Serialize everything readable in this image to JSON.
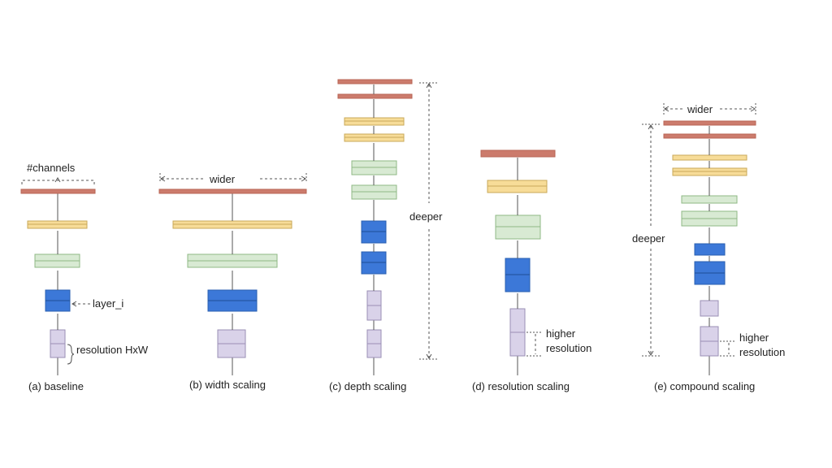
{
  "panels": {
    "baseline": {
      "caption": "(a) baseline",
      "channels_label": "#channels",
      "layer_label": "layer_i",
      "resolution_label": "resolution HxW"
    },
    "width": {
      "caption": "(b) width scaling",
      "wider_label": "wider"
    },
    "depth": {
      "caption": "(c) depth scaling",
      "deeper_label": "deeper"
    },
    "resolution": {
      "caption": "(d) resolution scaling",
      "higher_label_1": "higher",
      "higher_label_2": "resolution"
    },
    "compound": {
      "caption": "(e) compound scaling",
      "wider_label": "wider",
      "deeper_label": "deeper",
      "higher_label_1": "higher",
      "higher_label_2": "resolution"
    }
  },
  "colors": {
    "top_layer": "#cc7b6c",
    "yellow_layer": "#f7dc98",
    "green_layer": "#d8ead3",
    "blue_layer": "#3c78d8",
    "input_layer": "#d9d2e9"
  }
}
